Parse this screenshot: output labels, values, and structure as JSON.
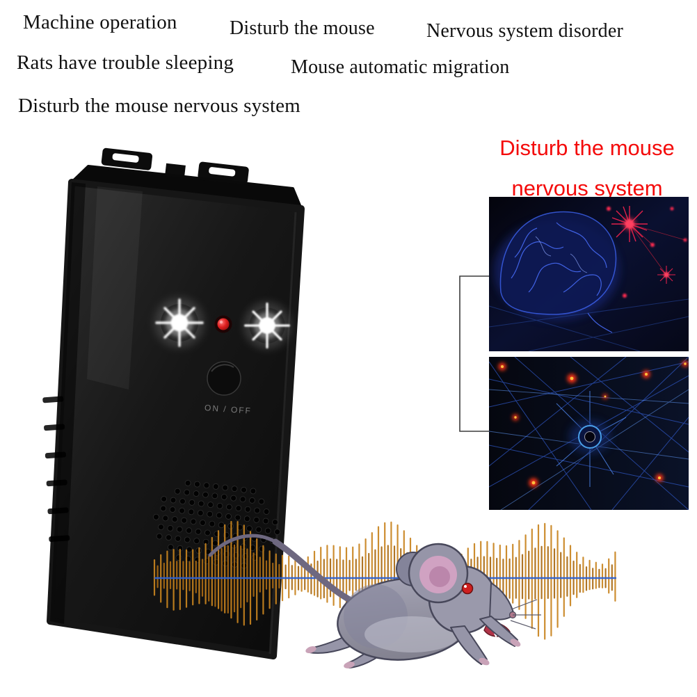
{
  "labels": {
    "machine_operation": "Machine operation",
    "disturb_the_mouse": "Disturb the mouse",
    "nervous_system_disorder": "Nervous system disorder",
    "rats_have_trouble_sleeping": "Rats have trouble sleeping",
    "mouse_automatic_migration": "Mouse automatic migration",
    "disturb_the_mouse_nervous_system": "Disturb the mouse nervous system"
  },
  "callout": {
    "line1": "Disturb the mouse",
    "line2": "nervous system",
    "color": "#f40b0b"
  },
  "device": {
    "power_button_label": "ON / OFF"
  },
  "colors": {
    "headline_text": "#111111",
    "callout_red": "#f40b0b",
    "device_black": "#151515",
    "wave_orange": "#c27c1c",
    "beam_blue": "#2f62cf"
  }
}
